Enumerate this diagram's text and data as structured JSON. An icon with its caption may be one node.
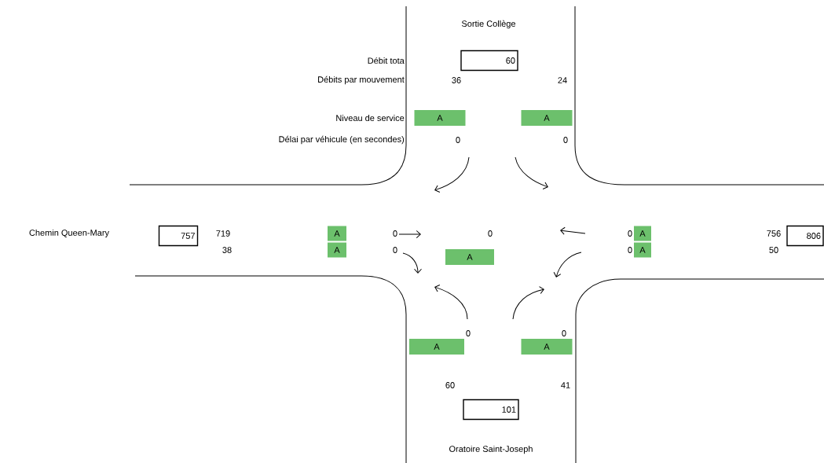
{
  "diagram": {
    "nodes": [
      {
        "text": [
          "60"
        ]
      },
      {
        "text": [
          "A"
        ]
      },
      {
        "text": [
          "A"
        ]
      },
      {
        "text": [
          "757"
        ]
      },
      {
        "text": [
          "A"
        ]
      },
      {
        "text": [
          "A"
        ]
      },
      {
        "text": [
          "806"
        ]
      },
      {
        "text": [
          "A"
        ]
      },
      {
        "text": [
          "A"
        ]
      },
      {
        "text": [
          "A"
        ]
      },
      {
        "text": [
          "A"
        ]
      },
      {
        "text": [
          "A"
        ]
      },
      {
        "text": [
          "101"
        ]
      }
    ],
    "labels": [
      "Sortie Collège",
      "Débit tota",
      "Débits par mouvement",
      "36",
      "24",
      "Niveau de service",
      "Délai par véhicule (en secondes)",
      "0",
      "0",
      "Chemin Queen-Mary",
      "719",
      "0",
      "0",
      "0",
      "756",
      "38",
      "0",
      "0",
      "50",
      "0",
      "0",
      "60",
      "41",
      "Oratoire Saint-Joseph"
    ]
  }
}
